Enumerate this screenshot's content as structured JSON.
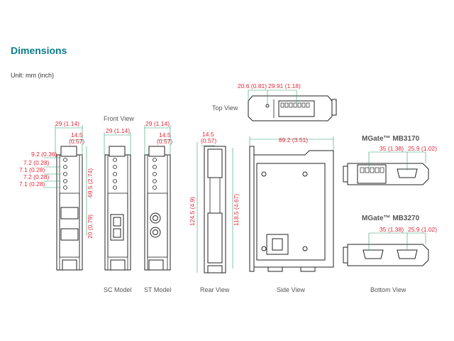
{
  "header": {
    "title": "Dimensions",
    "unit": "Unit: mm (inch)"
  },
  "labels": {
    "front_view": "Front View",
    "top_view": "Top View",
    "sc_model": "SC Model",
    "st_model": "ST Model",
    "rear_view": "Rear View",
    "side_view": "Side View",
    "bottom_view": "Bottom View"
  },
  "models": {
    "mb3170": "MGate™ MB3170",
    "mb3270": "MGate™ MB3270"
  },
  "front_dims": {
    "width": "29 (1.14)",
    "half_a": "14.5",
    "half_b": "(0.57)",
    "led1": "9.2 (0.36)",
    "led2": "7.2 (0.28)",
    "led3": "7.1 (0.28)",
    "led4": "7.2 (0.28)",
    "led5": "7.1 (0.28)",
    "height": "69.5 (2.74)",
    "port": "20 (0.79)"
  },
  "sc_dims": {
    "width": "29 (1.14)"
  },
  "st_dims": {
    "width": "29 (1.14)",
    "half_a": "14.5",
    "half_b": "(0.57)"
  },
  "rear_dims": {
    "half_a": "14.5",
    "half_b": "(0.57)",
    "height_total": "124.5 (4.9)",
    "height_body": "118.5 (4.67)"
  },
  "side_dims": {
    "depth": "89.2 (3.51)"
  },
  "top_dims": {
    "a": "20.6 (0.81)",
    "b": "29.91 (1.18)"
  },
  "mb3170_dims": {
    "a": "35 (1.38)",
    "b": "25.9 (1.02)"
  },
  "mb3270_dims": {
    "a": "35 (1.38)",
    "b": "25.9 (1.02)"
  }
}
